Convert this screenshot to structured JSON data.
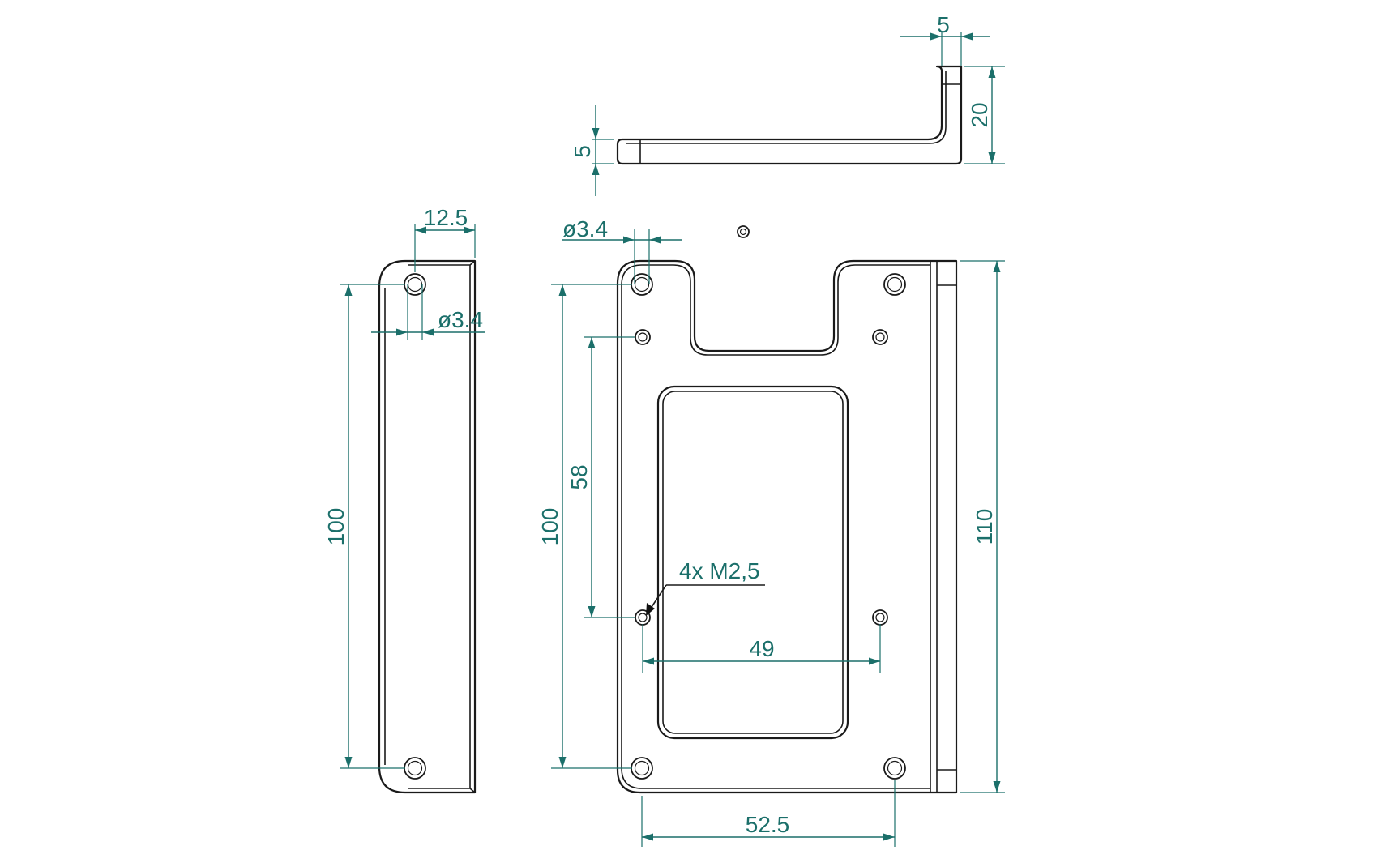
{
  "dimensions": {
    "top_flange_width": "5",
    "top_flange_height": "20",
    "top_thickness": "5",
    "side_hole_offset": "12.5",
    "side_hole_diameter": "ø3.4",
    "side_hole_spacing": "100",
    "front_hole_diameter": "ø3.4",
    "front_hole_spacing_vertical": "100",
    "front_small_hole_spacing": "58",
    "front_overall_height": "110",
    "thread_callout": "4x M2,5",
    "thread_hole_spacing": "49",
    "front_hole_spacing_horizontal": "52.5"
  },
  "colors": {
    "dimension": "#1b6f6a",
    "outline": "#1a1a1a"
  }
}
